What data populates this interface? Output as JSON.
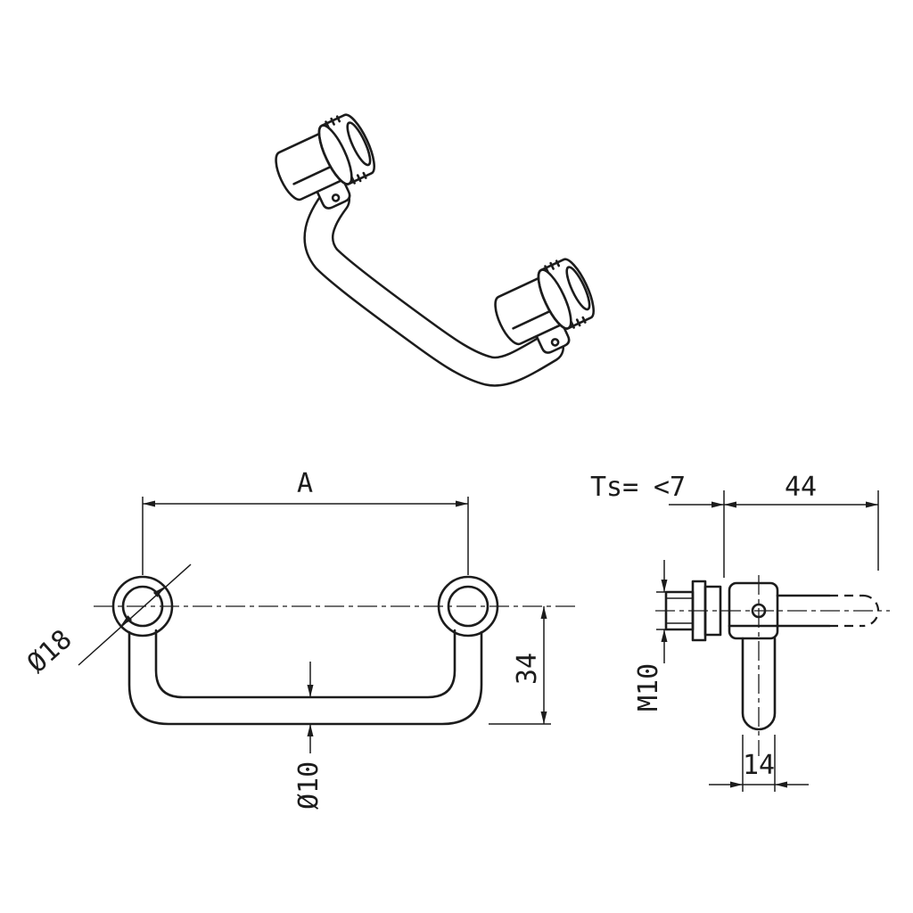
{
  "front_view": {
    "length_label": "A",
    "boss_diameter": "Ø18",
    "tube_diameter": "Ø10",
    "height": "34"
  },
  "side_view": {
    "panel_thickness_label": "Ts=",
    "panel_thickness_value": "<7",
    "extension_length": "44",
    "thread": "M10",
    "leg_width": "14"
  },
  "colors": {
    "line": "#1c1c1c",
    "background": "#ffffff"
  }
}
